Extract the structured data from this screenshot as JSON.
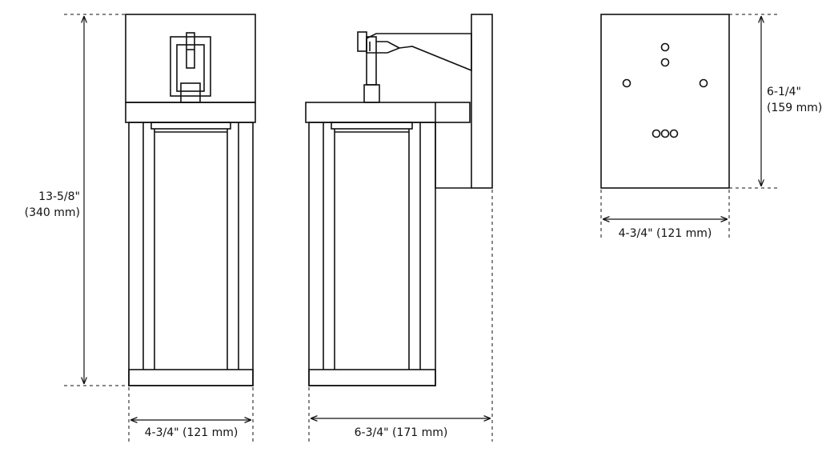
{
  "dimensions": {
    "front_height_in": "13-5/8\"",
    "front_height_mm": "(340 mm)",
    "front_width": "4-3/4\" (121 mm)",
    "side_depth": "6-3/4\" (171 mm)",
    "backplate_height_in": "6-1/4\"",
    "backplate_height_mm": "(159 mm)",
    "backplate_width": "4-3/4\" (121 mm)"
  },
  "colors": {
    "line": "#111111",
    "background": "#ffffff"
  }
}
